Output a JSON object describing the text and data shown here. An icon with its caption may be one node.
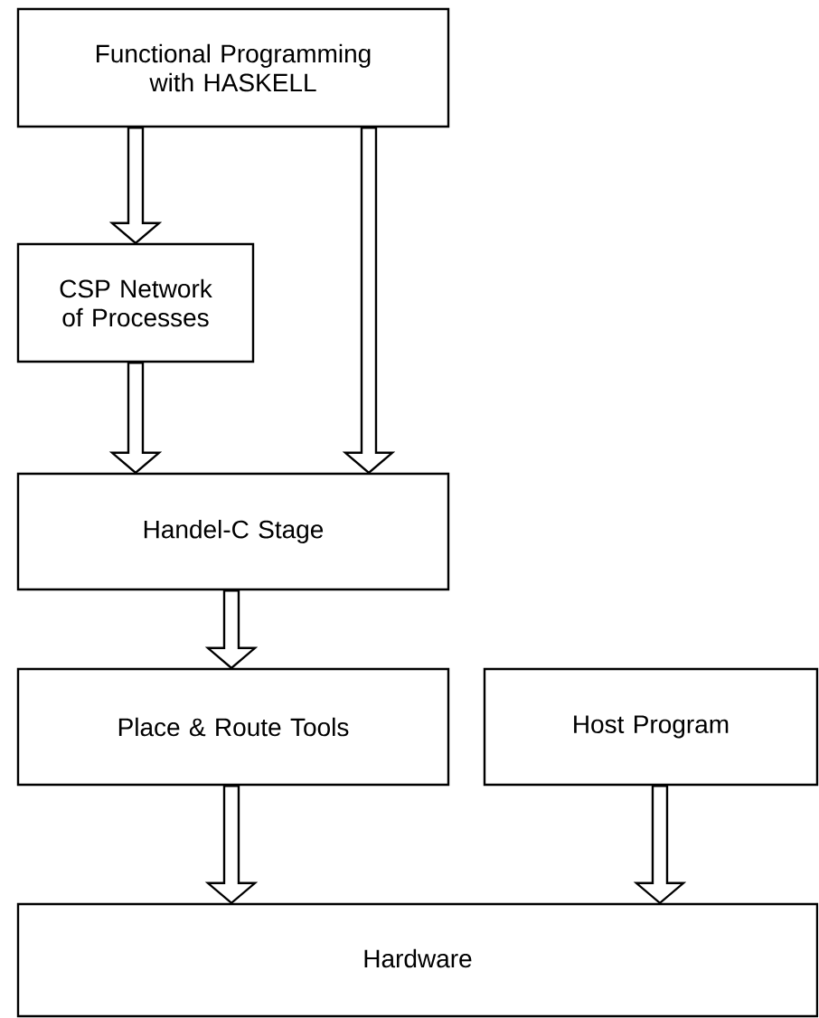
{
  "diagram": {
    "nodes": [
      {
        "text": [
          "Functional Programming with HASKELL"
        ]
      },
      {
        "text": [
          "CSP Network of Processes"
        ]
      },
      {
        "text": [
          "Handel-C Stage"
        ]
      },
      {
        "text": [
          "Place & Route Tools"
        ]
      },
      {
        "text": [
          "Host Program"
        ]
      },
      {
        "text": [
          "Hardware"
        ]
      }
    ],
    "edges": [
      {
        "from": 0,
        "to": 1,
        "arrow": "to"
      },
      {
        "from": 0,
        "to": 2,
        "arrow": "to"
      },
      {
        "from": 1,
        "to": 2,
        "arrow": "to"
      },
      {
        "from": 2,
        "to": 3,
        "arrow": "to"
      },
      {
        "from": 3,
        "to": 5,
        "arrow": "to"
      },
      {
        "from": 4,
        "to": 5,
        "arrow": "to"
      }
    ]
  }
}
